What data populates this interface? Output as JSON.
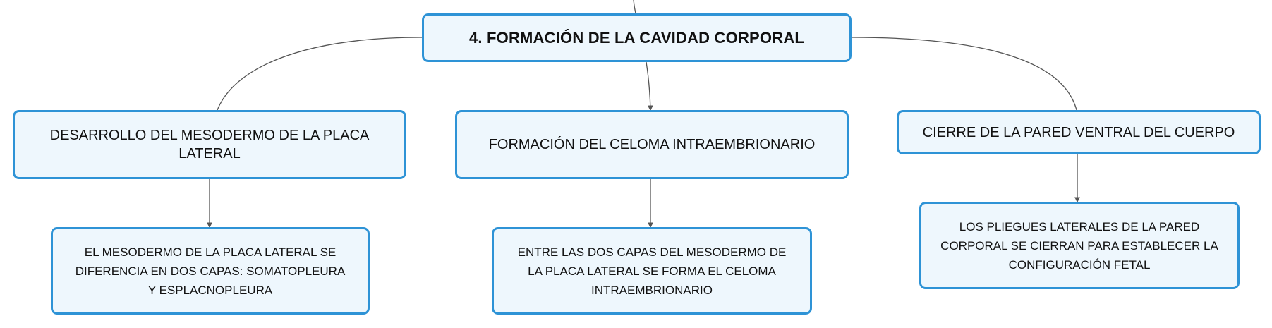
{
  "diagram": {
    "root": {
      "label": "4. FORMACIÓN DE LA CAVIDAD CORPORAL"
    },
    "branches": [
      {
        "label": "DESARROLLO DEL MESODERMO DE LA PLACA LATERAL",
        "detail": "EL MESODERMO DE LA PLACA LATERAL SE DIFERENCIA EN DOS CAPAS: SOMATOPLEURA Y ESPLACNOPLEURA"
      },
      {
        "label": "FORMACIÓN DEL CELOMA INTRAEMBRIONARIO",
        "detail": "ENTRE LAS DOS CAPAS DEL MESODERMO DE LA PLACA LATERAL SE FORMA EL CELOMA INTRAEMBRIONARIO"
      },
      {
        "label": "CIERRE DE LA PARED VENTRAL DEL CUERPO",
        "detail": "LOS PLIEGUES LATERALES DE LA PARED CORPORAL SE CIERRAN PARA ESTABLECER LA CONFIGURACIÓN FETAL"
      }
    ]
  },
  "colors": {
    "node_fill": "#eef7fd",
    "node_border": "#2e93d6",
    "connector": "#555555",
    "text": "#111111"
  }
}
